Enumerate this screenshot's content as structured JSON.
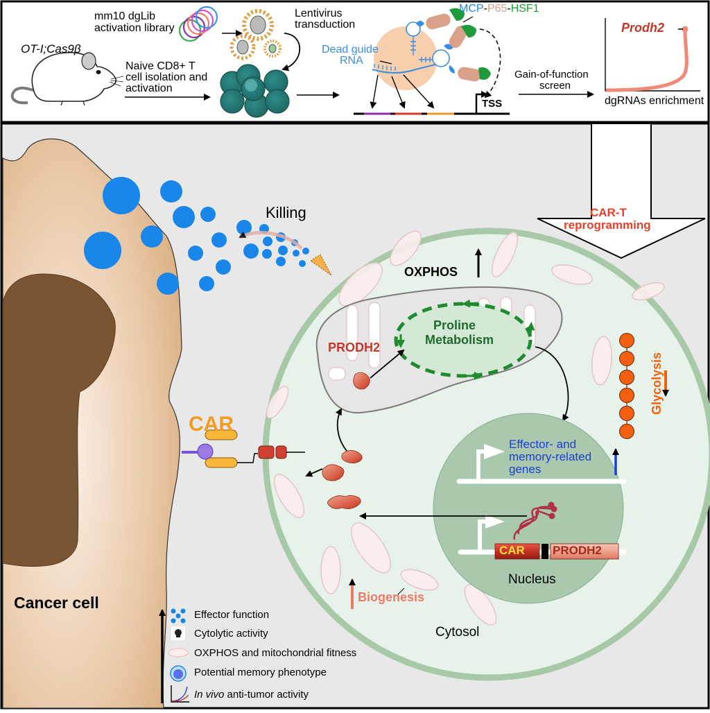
{
  "top_panel": {
    "mouse_label": "OT-I;Cas9β",
    "library_label_line1": "mm10 dgLib",
    "library_label_line2": "activation library",
    "lentivirus_line1": "Lentivirus",
    "lentivirus_line2": "transduction",
    "tcell_line1": "Naive CD8+ T",
    "tcell_line2": "cell isolation and",
    "tcell_line3": "activation",
    "dead_guide_line1": "Dead guide",
    "dead_guide_line2": "RNA",
    "mcp": "MCP",
    "p65": "P65",
    "hsf1": "HSF1",
    "sep": "-",
    "tss": "TSS",
    "screen_line1": "Gain-of-function",
    "screen_line2": "screen",
    "gene_hit": "Prodh2",
    "enrichment_axis": "dgRNAs enrichment"
  },
  "big_arrow": {
    "line1": "CAR-T",
    "line2": "reprogramming"
  },
  "main": {
    "killing": "Killing",
    "car": "CAR",
    "oxphos": "OXPHOS",
    "prodh2_protein": "PRODH2",
    "proline_line1": "Proline",
    "proline_line2": "Metabolism",
    "glycolysis": "Glycolysis",
    "effector_line1": "Effector- and",
    "effector_line2": "memory-related",
    "effector_line3": "genes",
    "construct_car": "CAR",
    "construct_prodh2": "PRODH2",
    "nucleus": "Nucleus",
    "biogenesis": "Biogenesis",
    "cytosol": "Cytosol",
    "cancer_cell": "Cancer cell"
  },
  "legend": {
    "items": [
      {
        "icon": "effector-dots-icon",
        "label": "Effector function"
      },
      {
        "icon": "skull-icon",
        "label": "Cytolytic activity"
      },
      {
        "icon": "mitochondrion-icon",
        "label": "OXPHOS and mitochondrial fitness"
      },
      {
        "icon": "memory-cell-icon",
        "label": "Potential memory phenotype"
      },
      {
        "icon": "curve-chart-icon",
        "label_italic": "In vivo",
        "label": " anti-tumor activity"
      }
    ]
  },
  "colors": {
    "background": "#e8e8e8",
    "cytosol": "#e6f2ea",
    "membrane": "#a8c9a8",
    "nucleus": "#a9c8ae",
    "granule_blue": "#1a86ea",
    "cancer_nucleus": "#7a5533",
    "car_orange": "#f39a22",
    "prodh2_red": "#c0392b",
    "proline_green": "#1f7a2e",
    "effector_blue": "#1a3fd6",
    "glycolysis_orange": "#f05a14",
    "biogenesis_salmon": "#f07a66",
    "reprogramming_red": "#e8402a"
  }
}
